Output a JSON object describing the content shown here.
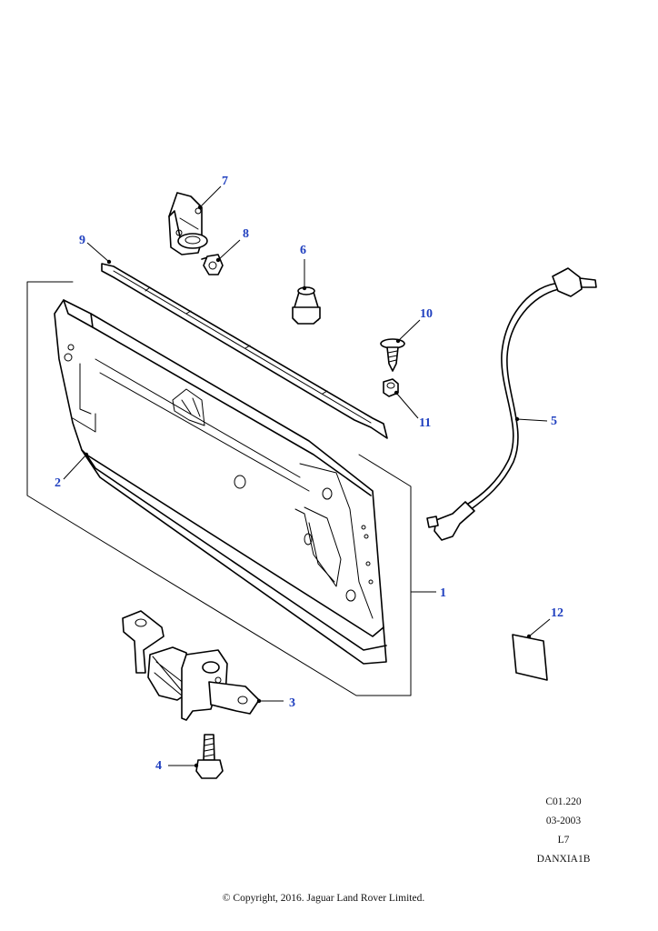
{
  "callouts": {
    "c1": "1",
    "c2": "2",
    "c3": "3",
    "c4": "4",
    "c5": "5",
    "c6": "6",
    "c7": "7",
    "c8": "8",
    "c9": "9",
    "c10": "10",
    "c11": "11",
    "c12": "12"
  },
  "meta": {
    "code": "C01.220",
    "date": "03-2003",
    "model": "L7",
    "ref": "DANXIA1B"
  },
  "copyright": "© Copyright, 2016. Jaguar Land Rover Limited.",
  "colors": {
    "callout": "#1f3fbf",
    "line": "#000000",
    "background": "#ffffff"
  }
}
